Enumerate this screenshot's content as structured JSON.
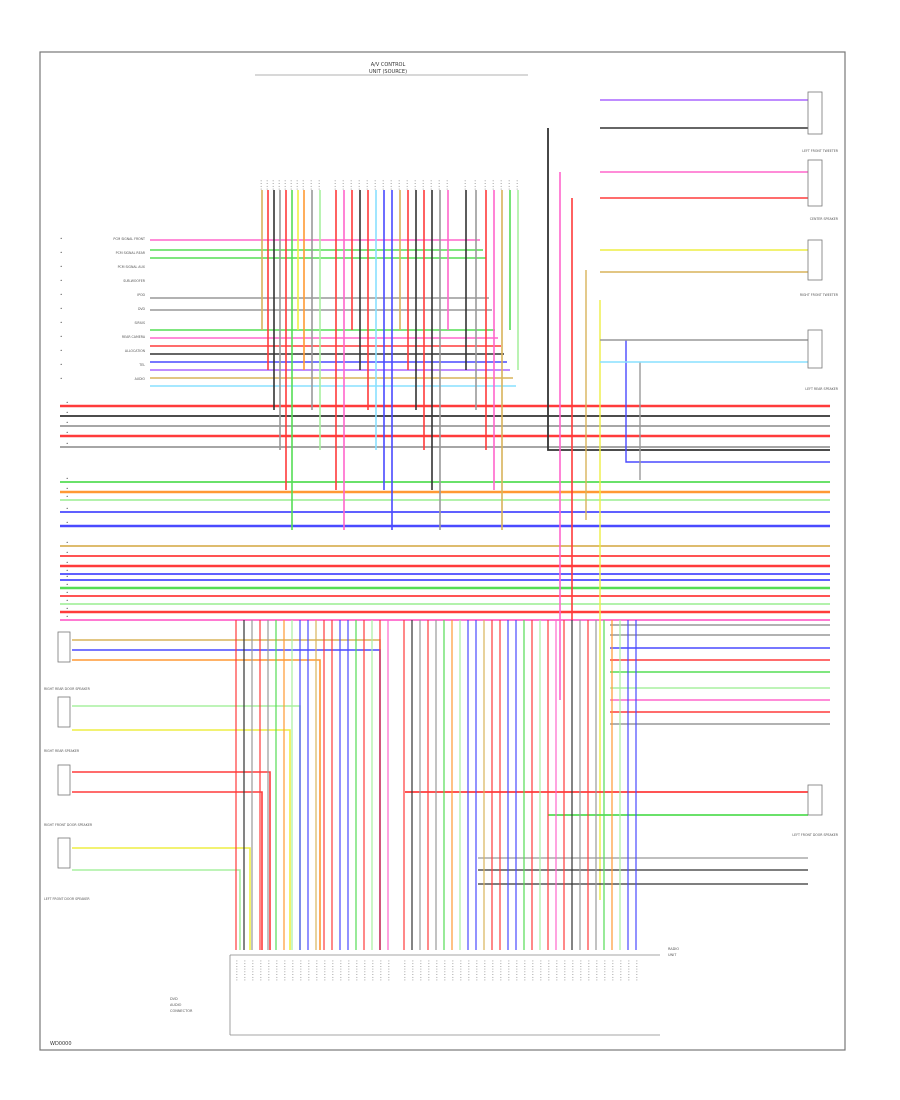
{
  "colors": {
    "border": "#666666",
    "red": "#ff3b3b",
    "black": "#333333",
    "gray": "#999999",
    "blue": "#4a4aff",
    "green": "#55dd55",
    "pink": "#ff66cc",
    "yellow": "#eeee44",
    "orange": "#ff9933",
    "tan": "#d9b35a",
    "lightblue": "#88e0ff",
    "violet": "#aa66ff",
    "lightgreen": "#a8f0a0",
    "brown": "#a07a3a",
    "white": "#cccccc"
  },
  "header": {
    "title_line1": "A/V CONTROL",
    "title_line2": "UNIT (SOURCE)"
  },
  "labels": {
    "left_block": [
      "PCM SIGNAL FRONT",
      "PCM SIGNAL REAR",
      "PCM SIGNAL AUX",
      "SUB-WOOFER",
      "IPOD",
      "DVD",
      "SIRIUS",
      "REAR CAMERA",
      "ALLOCATION",
      "TEL",
      "AUDIO"
    ],
    "bottom_left_connector": "DVD\nAUDIO\nCONNECTOR",
    "footer_code": "WD0000",
    "right_connector": "RADIO\nUNIT"
  },
  "connectors_right": [
    {
      "name": "LEFT FRONT TWEETER"
    },
    {
      "name": "CENTER SPEAKER"
    },
    {
      "name": "RIGHT FRONT TWEETER"
    },
    {
      "name": "LEFT REAR SPEAKER"
    },
    {
      "name": "LEFT FRONT DOOR SPEAKER"
    }
  ],
  "connectors_left": [
    {
      "name": "RIGHT REAR DOOR SPEAKER"
    },
    {
      "name": "RIGHT REAR SPEAKER"
    },
    {
      "name": "RIGHT FRONT DOOR SPEAKER"
    },
    {
      "name": "LEFT FRONT DOOR SPEAKER"
    }
  ]
}
